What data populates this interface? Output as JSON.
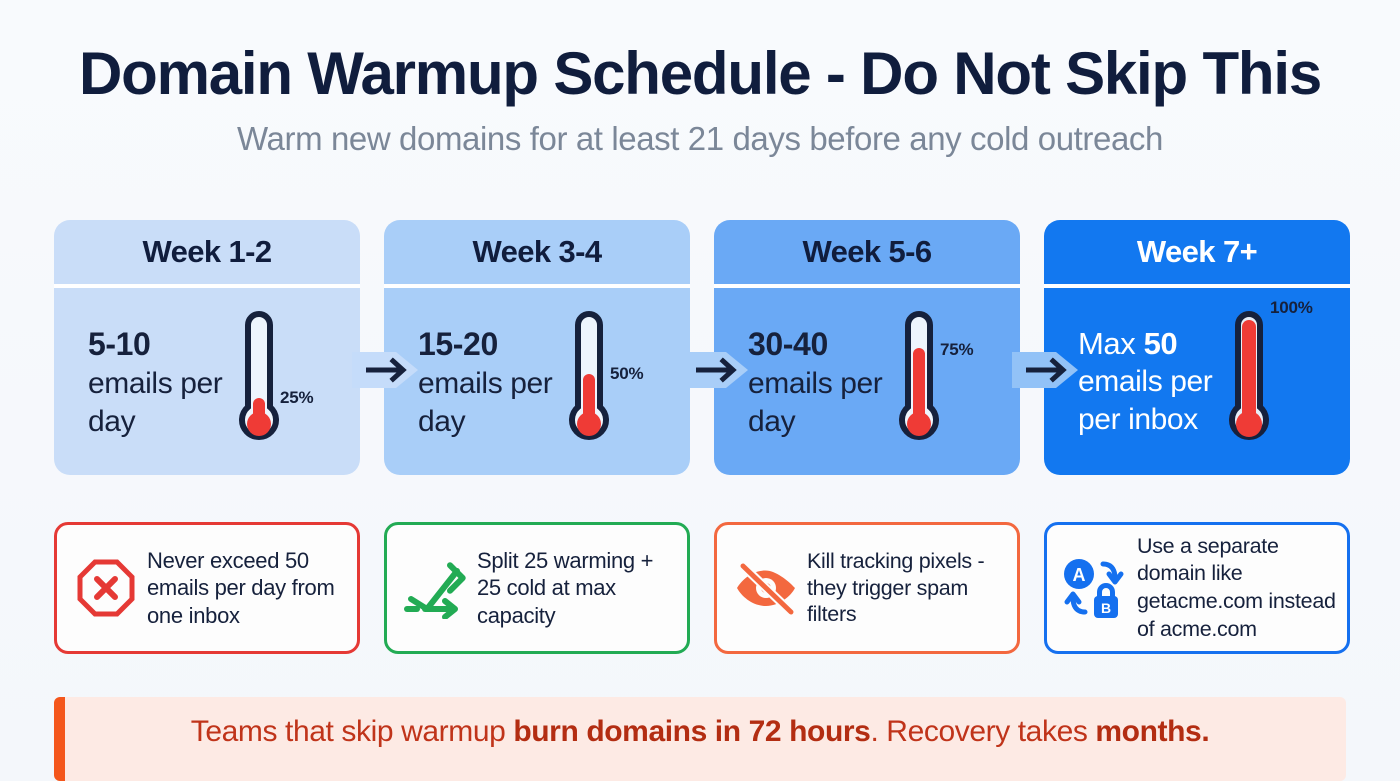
{
  "header": {
    "title": "Domain Warmup Schedule - Do Not Skip This",
    "subtitle": "Warm new domains for at least 21 days before any cold outreach"
  },
  "colors": {
    "page_background": "#f7f9fc",
    "title": "#101d3d",
    "subtitle": "#7b8798",
    "week1": "#c9ddf8",
    "week2": "#a9cef8",
    "week3": "#6aa9f5",
    "week4": "#1278f0",
    "thermo_fill": "#ef3b36",
    "thermo_outline": "#16213c",
    "tip_red": "#e53935",
    "tip_green": "#22ab54",
    "tip_orange": "#f3683f",
    "tip_blue": "#1570ef",
    "banner_background": "#fdeae4",
    "banner_bar": "#f4561b",
    "banner_text": "#c0341a"
  },
  "weeks": [
    {
      "label": "Week 1-2",
      "volume": "5-10",
      "line2": "emails per",
      "line3": "day",
      "percent": "25%",
      "fill_ratio": 0.25,
      "icon": "thermometer-icon"
    },
    {
      "label": "Week 3-4",
      "volume": "15-20",
      "line2": "emails per",
      "line3": "day",
      "percent": "50%",
      "fill_ratio": 0.5,
      "icon": "thermometer-icon"
    },
    {
      "label": "Week 5-6",
      "volume": "30-40",
      "line2": "emails per",
      "line3": "day",
      "percent": "75%",
      "fill_ratio": 0.75,
      "icon": "thermometer-icon"
    },
    {
      "label": "Week 7+",
      "volume_prefix": "Max ",
      "volume": "50",
      "line2": "emails per",
      "line3": "per inbox",
      "percent": "100%",
      "fill_ratio": 1.0,
      "icon": "thermometer-icon"
    }
  ],
  "connectors": [
    {
      "icon": "arrow-right-icon"
    },
    {
      "icon": "arrow-right-icon"
    },
    {
      "icon": "arrow-right-icon"
    }
  ],
  "tips": [
    {
      "icon": "stop-octagon-x-icon",
      "text": "Never exceed 50 emails per day from one inbox",
      "accent": "#e53935"
    },
    {
      "icon": "split-arrows-icon",
      "text": "Split 25 warming + 25 cold at max capacity",
      "accent": "#22ab54"
    },
    {
      "icon": "eye-off-icon",
      "text": "Kill tracking pixels - they trigger spam filters",
      "accent": "#f3683f"
    },
    {
      "icon": "domain-swap-lock-icon",
      "text": "Use a separate domain like getacme.com instead of acme.com",
      "accent": "#1570ef"
    }
  ],
  "banner": {
    "part1": "Teams that skip warmup ",
    "bold1": "burn domains in 72 hours",
    "part2": ". Recovery takes ",
    "bold2": "months.",
    "bar_color": "#f4561b"
  }
}
